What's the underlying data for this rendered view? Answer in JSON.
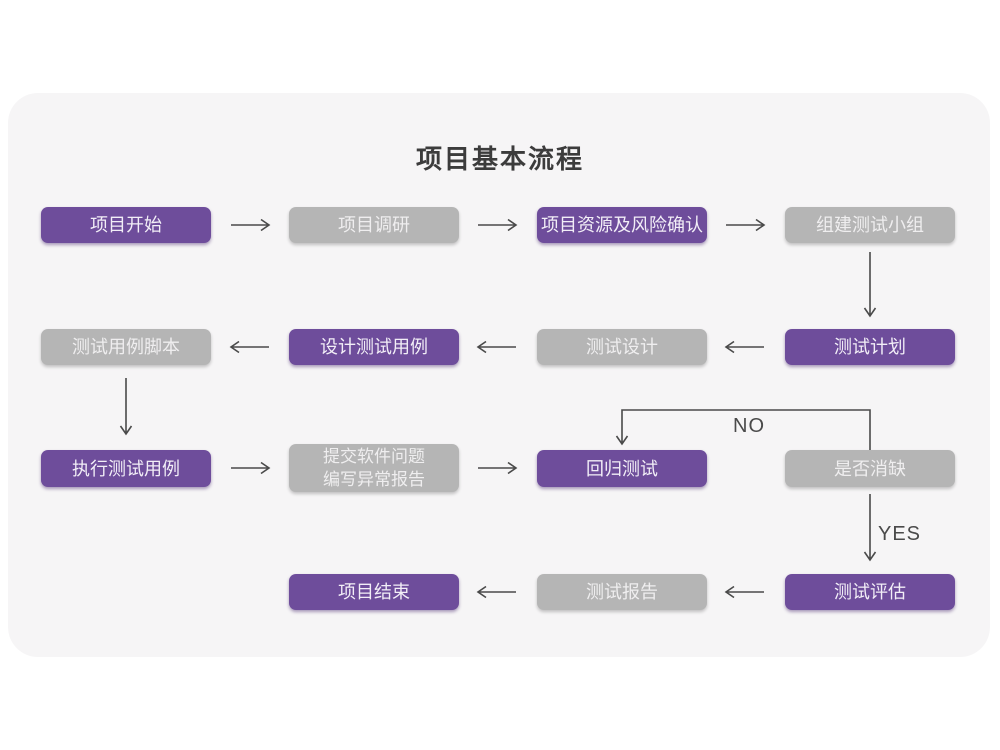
{
  "title": "项目基本流程",
  "colors": {
    "purple_box": "#6E4D9B",
    "gray_box": "#B5B5B5",
    "card_background": "#F6F5F6",
    "page_background": "#FFFFFF",
    "arrow": "#4A4A4A",
    "title_text": "#3C3C3C",
    "box_text": "#F2EEF7"
  },
  "nodes": {
    "project_start": {
      "label": "项目开始",
      "color": "purple"
    },
    "project_research": {
      "label": "项目调研",
      "color": "gray"
    },
    "resource_risk": {
      "label": "项目资源及风险确认",
      "color": "purple"
    },
    "build_team": {
      "label": "组建测试小组",
      "color": "gray"
    },
    "test_plan": {
      "label": "测试计划",
      "color": "purple"
    },
    "test_design": {
      "label": "测试设计",
      "color": "gray"
    },
    "design_cases": {
      "label": "设计测试用例",
      "color": "purple"
    },
    "case_script": {
      "label": "测试用例脚本",
      "color": "gray"
    },
    "execute_cases": {
      "label": "执行测试用例",
      "color": "purple"
    },
    "submit_issues": {
      "line1": "提交软件问题",
      "line2": "编写异常报告",
      "color": "gray"
    },
    "regression_test": {
      "label": "回归测试",
      "color": "purple"
    },
    "defect_cleared": {
      "label": "是否消缺",
      "color": "gray"
    },
    "test_evaluate": {
      "label": "测试评估",
      "color": "purple"
    },
    "test_report": {
      "label": "测试报告",
      "color": "gray"
    },
    "project_end": {
      "label": "项目结束",
      "color": "purple"
    }
  },
  "branch_labels": {
    "no": "NO",
    "yes": "YES"
  }
}
